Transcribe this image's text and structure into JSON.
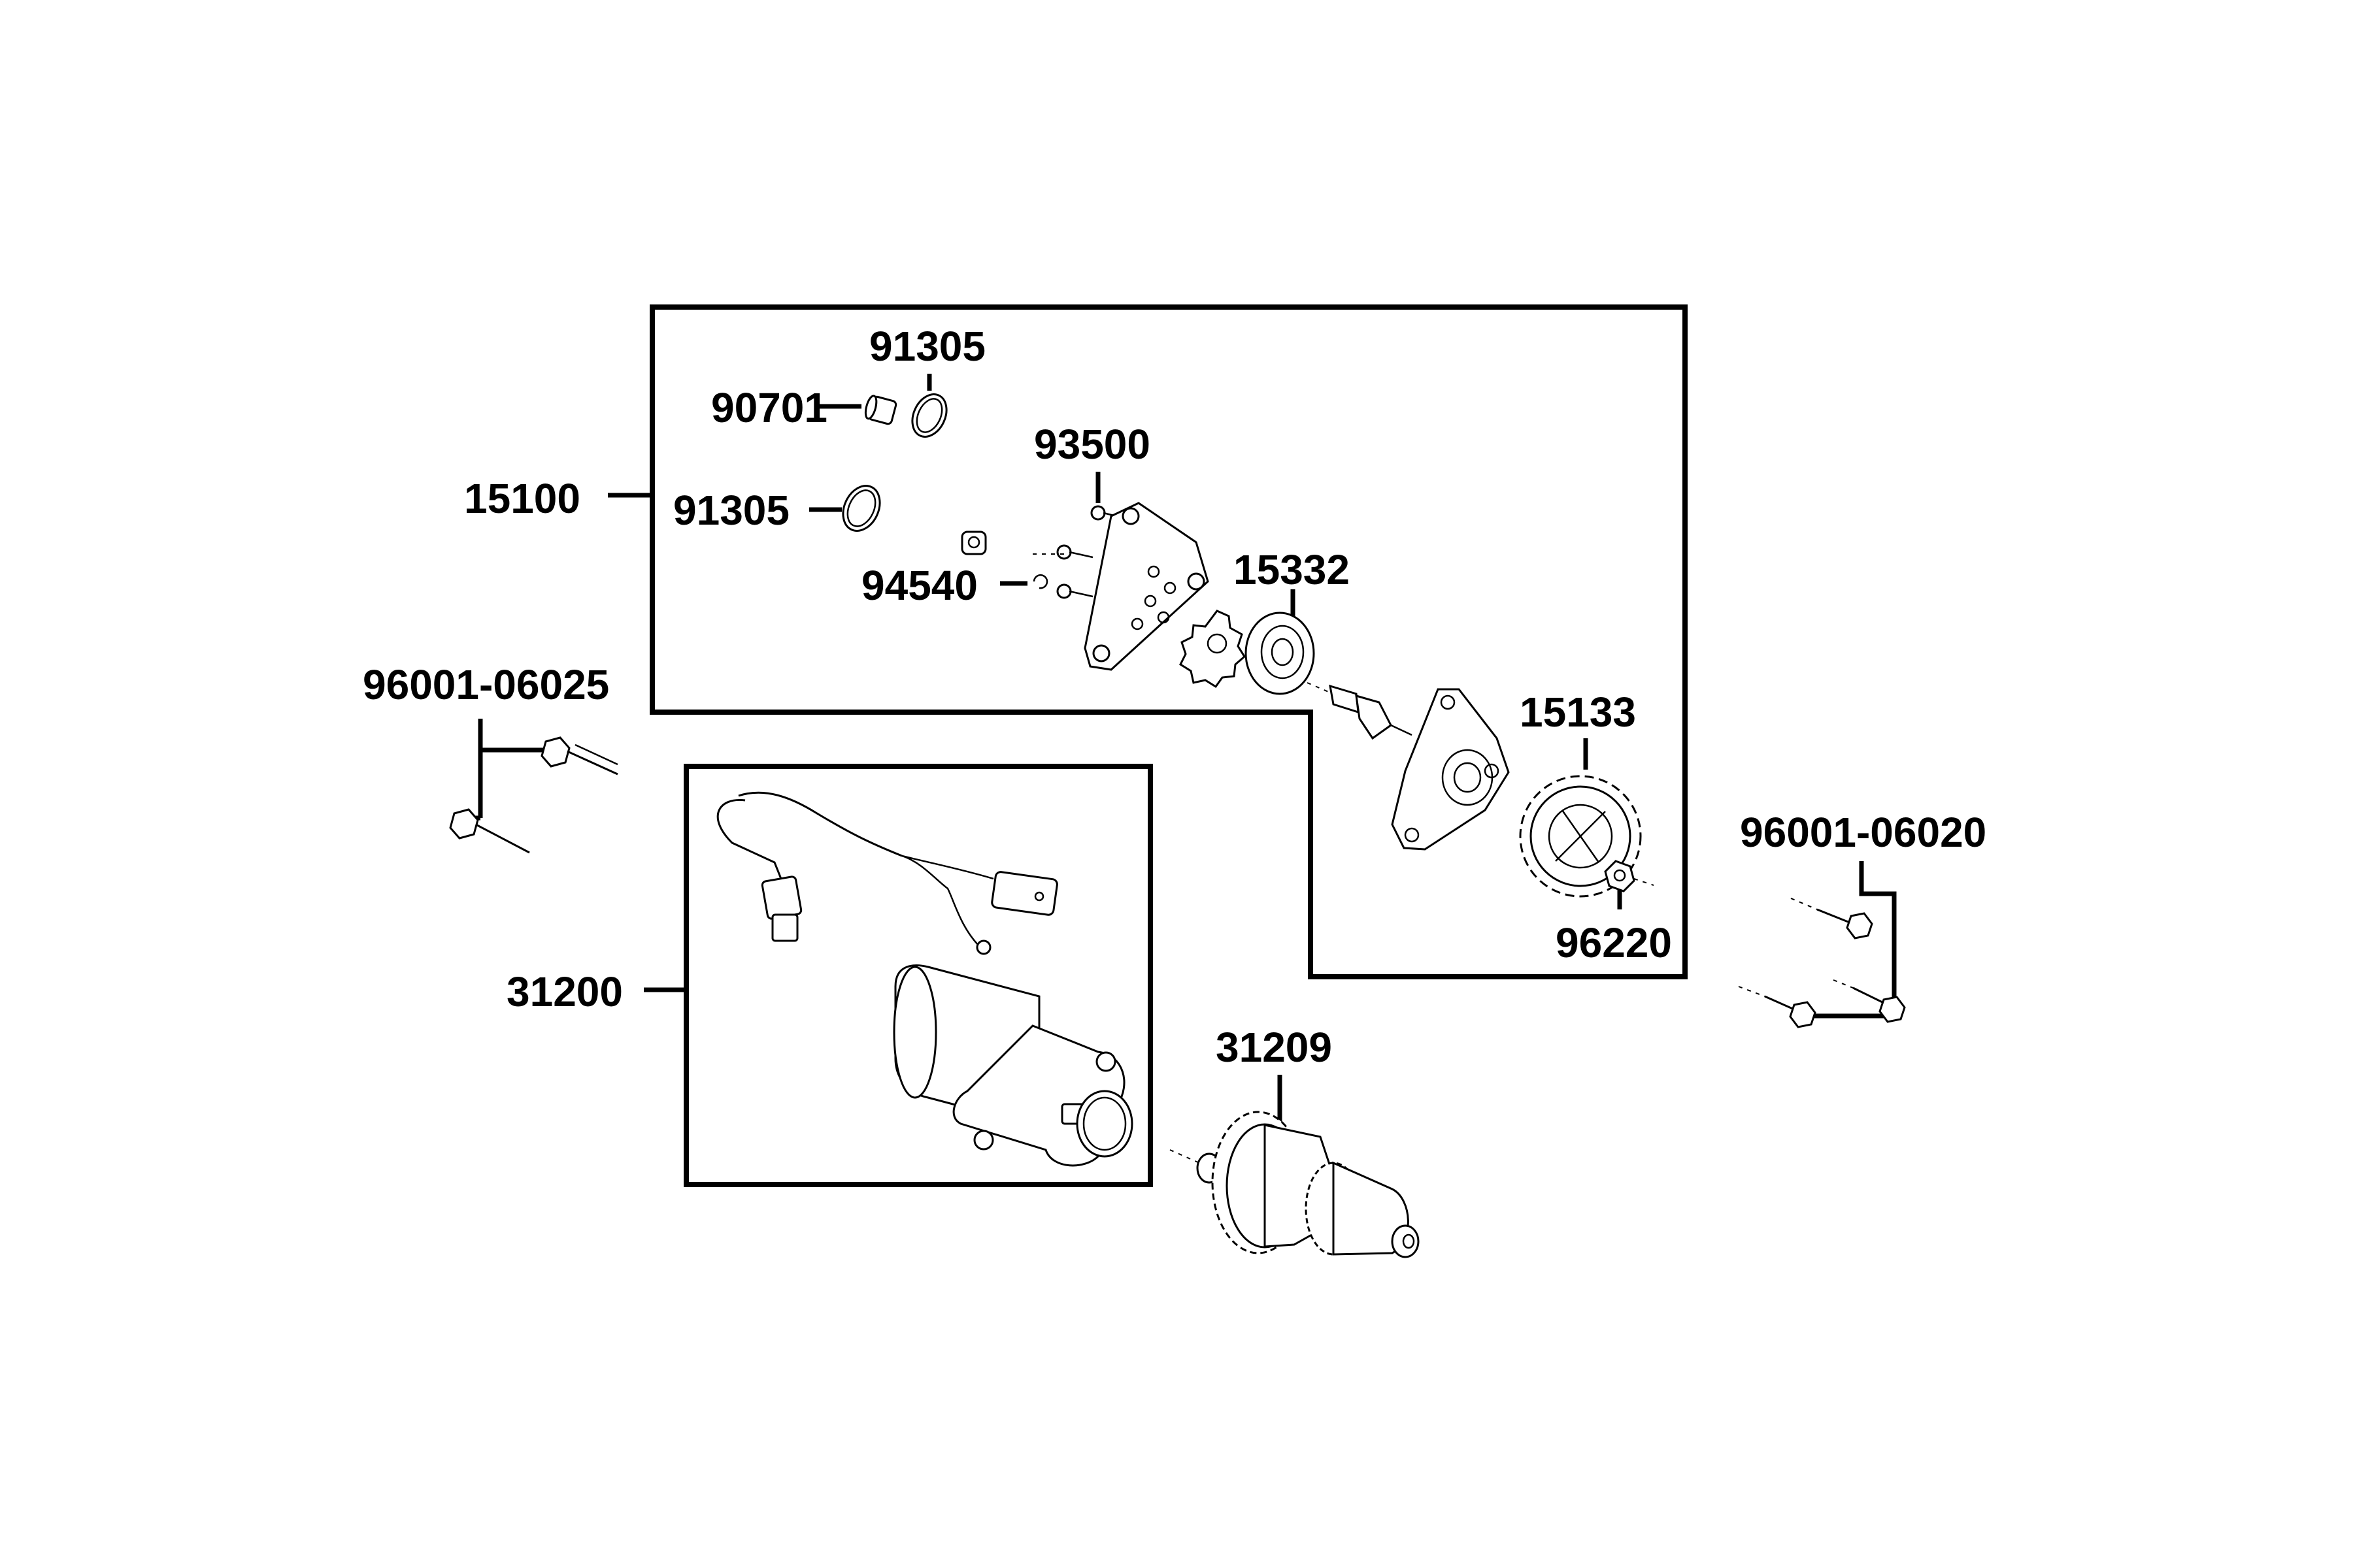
{
  "labels": {
    "p15100": "15100",
    "p91305_top": "91305",
    "p90701": "90701",
    "p91305_mid": "91305",
    "p93500": "93500",
    "p94540": "94540",
    "p15332": "15332",
    "p15133": "15133",
    "p96220": "96220",
    "p96001_06025": "96001-06025",
    "p96001_06020": "96001-06020",
    "p31200": "31200",
    "p31209": "31209"
  }
}
